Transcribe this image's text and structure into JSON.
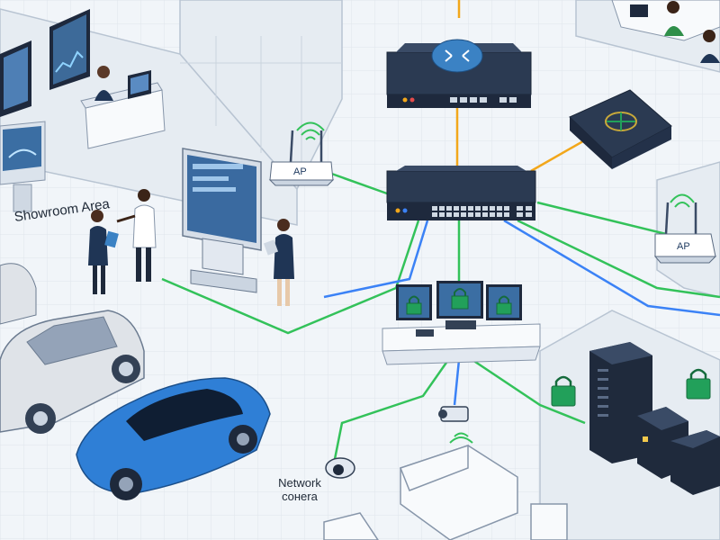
{
  "labels": {
    "showroom_area": "Showroom Area",
    "network_camera_line1": "Network",
    "network_camera_line2": "cонera",
    "ap_left": "AP",
    "ap_right": "AP"
  },
  "colors": {
    "floor": "#f1f5f9",
    "wall": "#e6ecf2",
    "device_dark": "#2b3a52",
    "router_dome": "#3b82c4",
    "lock_green": "#22a05a",
    "car_blue": "#2f7fd6",
    "car_silver": "#dfe3e8",
    "cable_orange": "#f2a71b",
    "cable_green": "#33c25a",
    "cable_blue": "#3b82f6"
  },
  "icons": [
    "router-icon",
    "switch-icon",
    "firewall-icon",
    "access-point-icon",
    "wifi-icon",
    "lock-icon",
    "server-rack-icon",
    "camera-icon",
    "monitor-icon",
    "car-icon",
    "person-icon"
  ]
}
